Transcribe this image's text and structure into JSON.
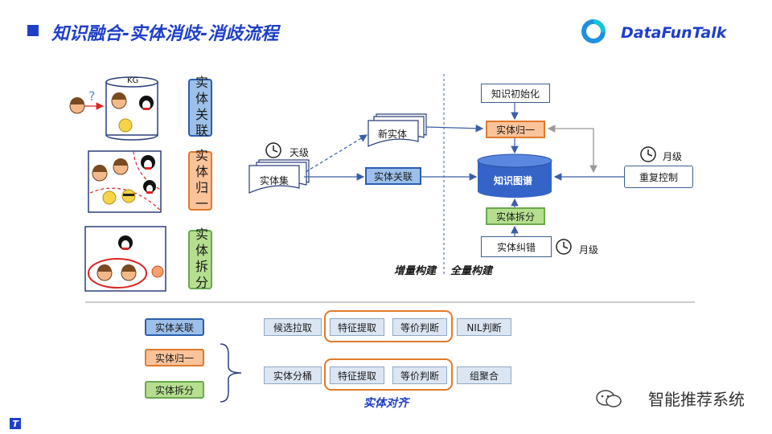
{
  "header": {
    "title": "知识融合-实体消歧-消歧流程",
    "brand": "DataFunTalk"
  },
  "left": {
    "kg_label": "KG",
    "question_mark": "?",
    "tags": {
      "link": "实体关联",
      "norm": "实体归一",
      "split": "实体拆分"
    }
  },
  "flow": {
    "daily": "天级",
    "entity_set": "实体集",
    "new_entity": "新实体",
    "link": "实体关联",
    "knowledge_init": "知识初始化",
    "norm": "实体归一",
    "graph": "知识图谱",
    "split": "实体拆分",
    "fix": "实体纠错",
    "fix_period": "月级",
    "dup_control": "重复控制",
    "dup_period": "月级",
    "incremental": "增量构建",
    "full": "全量构建"
  },
  "bottom": {
    "types": {
      "link": "实体关联",
      "norm": "实体归一",
      "split": "实体拆分"
    },
    "row1": {
      "candidate": "候选拉取",
      "feature": "特征提取",
      "equiv": "等价判断",
      "nil": "NIL判断"
    },
    "row2": {
      "bucket": "实体分桶",
      "feature": "特征提取",
      "equiv": "等价判断",
      "cluster": "组聚合"
    },
    "align": "实体对齐"
  },
  "watermark": "智能推荐系统",
  "colors": {
    "accent": "#1f3fc9",
    "blue": "#9cc0ea",
    "orange": "#fbc39a",
    "green": "#b5df8f",
    "graph": "#3564c8"
  }
}
